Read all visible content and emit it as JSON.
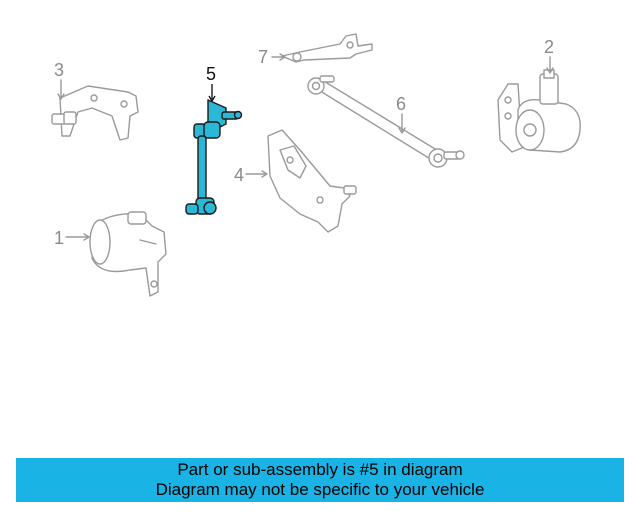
{
  "callouts": [
    {
      "number": "1"
    },
    {
      "number": "2"
    },
    {
      "number": "3"
    },
    {
      "number": "4"
    },
    {
      "number": "5",
      "highlighted": true
    },
    {
      "number": "6"
    },
    {
      "number": "7"
    }
  ],
  "colors": {
    "highlight": "#2bb7d6",
    "banner": "#1ab3e6",
    "line": "#9a9a9a"
  },
  "banner": {
    "line1": "Part or sub-assembly is #5 in diagram",
    "line2": "Diagram may not be specific to your vehicle"
  }
}
